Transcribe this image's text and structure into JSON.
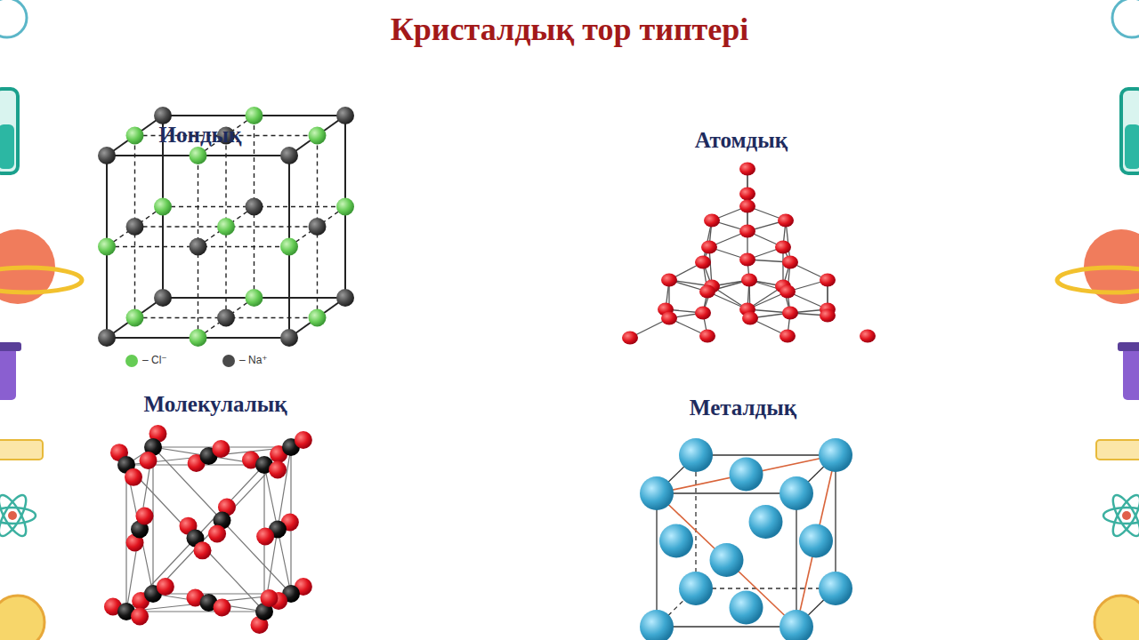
{
  "diagram": {
    "title": "Кристалдық тор типтері",
    "labels": [
      "Иондық",
      "Атомдық",
      "Молекулалық",
      "Металдық"
    ],
    "legend": [
      {
        "text": "– Cl⁻",
        "color": "#66cc55"
      },
      {
        "text": "– Na⁺",
        "color": "#4a4a4a"
      }
    ]
  }
}
